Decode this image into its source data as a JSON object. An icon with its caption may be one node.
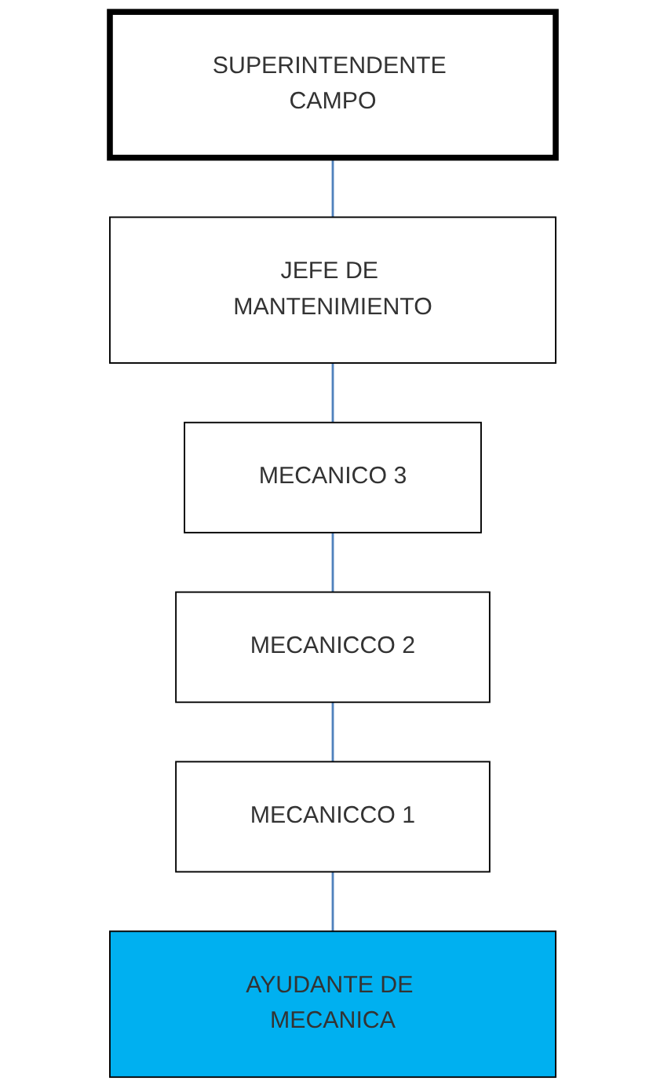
{
  "diagram": {
    "nodes": [
      {
        "text": [
          "SUPERINTENDENTE CAMPO"
        ]
      },
      {
        "text": [
          "JEFE DE MANTENIMIENTO"
        ]
      },
      {
        "text": [
          "MECANICO 3"
        ]
      },
      {
        "text": [
          "MECANICCO 2"
        ]
      },
      {
        "text": [
          "MECANICCO 1"
        ]
      },
      {
        "text": [
          "AYUDANTE DE MECANICA"
        ]
      }
    ],
    "edges": [
      {
        "from": 0,
        "to": 1,
        "arrow": "none"
      },
      {
        "from": 1,
        "to": 2,
        "arrow": "none"
      },
      {
        "from": 2,
        "to": 3,
        "arrow": "none"
      },
      {
        "from": 3,
        "to": 4,
        "arrow": "none"
      },
      {
        "from": 4,
        "to": 5,
        "arrow": "none"
      }
    ]
  }
}
